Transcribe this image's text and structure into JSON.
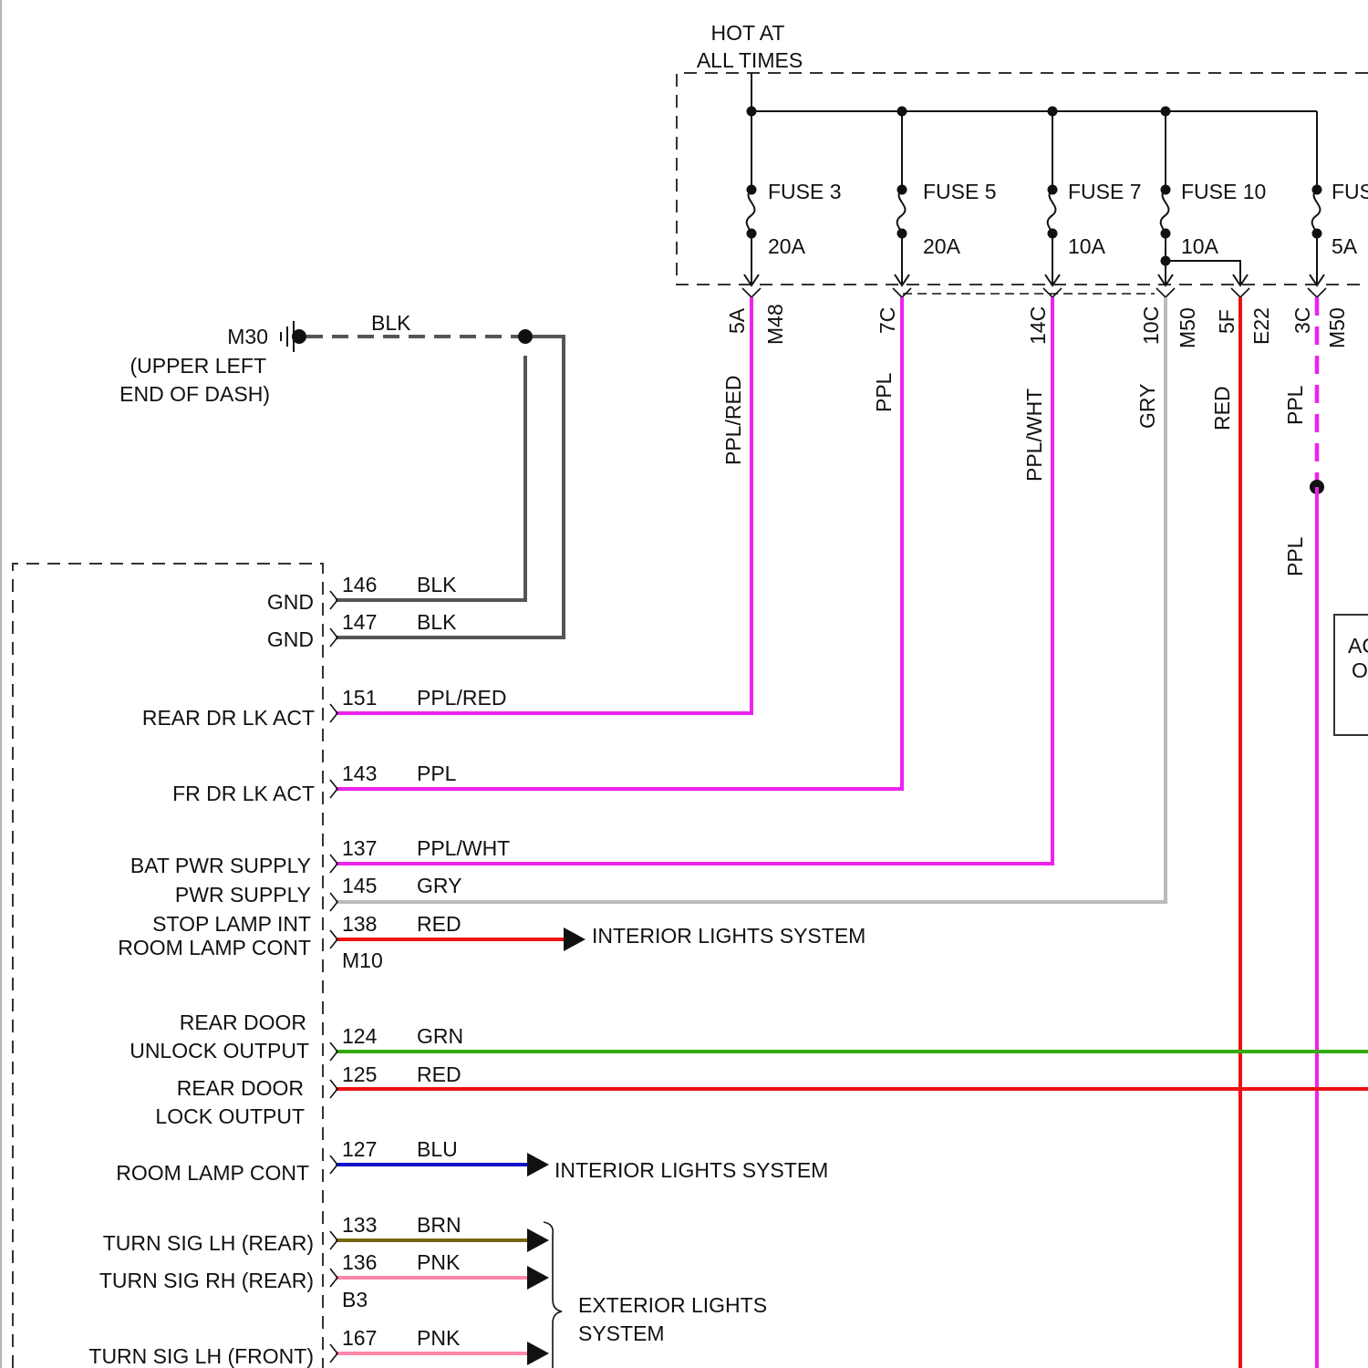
{
  "colors": {
    "background": "#ffffff",
    "ppl": "#ee22ee",
    "gry": "#bbbbbb",
    "red": "#ee1111",
    "grn": "#33aa11",
    "blu": "#1111cc",
    "brn": "#776611",
    "pnk": "#ff88aa",
    "blk": "#555555"
  },
  "power": {
    "hot_line1": "HOT AT",
    "hot_line2": "ALL TIMES"
  },
  "fuses": [
    {
      "name": "FUSE 3",
      "rating": "20A",
      "cavity": "5A",
      "connector": "M48",
      "wire": "PPL/RED"
    },
    {
      "name": "FUSE 5",
      "rating": "20A",
      "cavity": "7C",
      "connector": "",
      "wire": "PPL"
    },
    {
      "name": "FUSE 7",
      "rating": "10A",
      "cavity": "14C",
      "connector": "",
      "wire": "PPL/WHT"
    },
    {
      "name": "FUSE 10",
      "rating": "10A",
      "cavity": "10C",
      "connector": "M50",
      "wire": "GRY"
    },
    {
      "name": "FUS",
      "rating": "5A",
      "cavity": "3C",
      "connector": "M50",
      "wire": "PPL"
    }
  ],
  "extra_cavity": {
    "cavity": "5F",
    "connector": "E22",
    "wire": "RED"
  },
  "ppl_lower_label": "PPL",
  "ground": {
    "id": "M30",
    "location_line1": "(UPPER LEFT",
    "location_line2": "END OF DASH)",
    "wire": "BLK"
  },
  "module_pins": [
    {
      "pin": "146",
      "wire": "BLK",
      "function": "GND"
    },
    {
      "pin": "147",
      "wire": "BLK",
      "function": "GND"
    },
    {
      "pin": "151",
      "wire": "PPL/RED",
      "function": "REAR DR LK ACT"
    },
    {
      "pin": "143",
      "wire": "PPL",
      "function": "FR DR LK ACT"
    },
    {
      "pin": "137",
      "wire": "PPL/WHT",
      "function": "BAT PWR SUPPLY"
    },
    {
      "pin": "145",
      "wire": "GRY",
      "function": "PWR SUPPLY"
    },
    {
      "pin": "138",
      "wire": "RED",
      "function": "STOP LAMP INT"
    },
    {
      "pin": "",
      "wire": "",
      "function": "ROOM LAMP CONT"
    },
    {
      "pin": "124",
      "wire": "GRN",
      "function_line1": "REAR DOOR",
      "function_line2": "UNLOCK OUTPUT"
    },
    {
      "pin": "125",
      "wire": "RED",
      "function_line1": "REAR DOOR",
      "function_line2": "LOCK OUTPUT"
    },
    {
      "pin": "127",
      "wire": "BLU",
      "function": "ROOM LAMP CONT"
    },
    {
      "pin": "133",
      "wire": "BRN",
      "function": "TURN SIG LH (REAR)"
    },
    {
      "pin": "136",
      "wire": "PNK",
      "function": "TURN SIG RH (REAR)"
    },
    {
      "pin": "167",
      "wire": "PNK",
      "function": "TURN SIG LH (FRONT)"
    }
  ],
  "connectors": {
    "m10": "M10",
    "b3": "B3"
  },
  "destinations": {
    "interior": "INTERIOR LIGHTS SYSTEM",
    "exterior_line1": "EXTERIOR LIGHTS",
    "exterior_line2": "SYSTEM"
  },
  "right_box": {
    "line1": "AC",
    "line2": "O"
  }
}
